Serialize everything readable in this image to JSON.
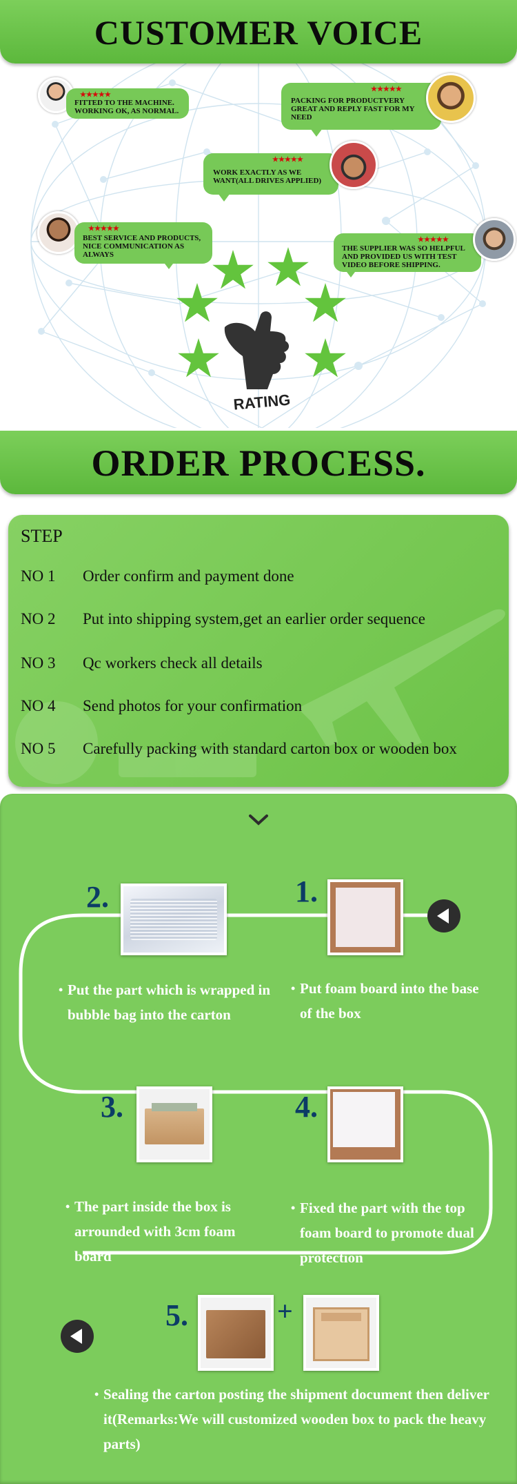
{
  "customer_voice": {
    "title": "CUSTOMER VOICE",
    "reviews": [
      {
        "stars": "★★★★★",
        "text": "FITTED TO THE MACHINE. WORKING OK, AS NORMAL."
      },
      {
        "stars": "★★★★★",
        "text": "PACKING FOR PRODUCTVERY GREAT AND REPLY FAST FOR MY NEED"
      },
      {
        "stars": "★★★★★",
        "text": "WORK EXACTLY AS WE WANT(ALL DRIVES APPLIED)"
      },
      {
        "stars": "★★★★★",
        "text": "BEST SERVICE AND PRODUCTS, NICE COMMUNICATION AS ALWAYS"
      },
      {
        "stars": "★★★★★",
        "text": "THE SUPPLIER WAS SO HELPFUL AND PROVIDED US WITH TEST VIDEO BEFORE SHIPPING."
      }
    ],
    "rating_label": "RATING"
  },
  "order_process": {
    "title": "ORDER PROCESS.",
    "step_heading": "STEP",
    "steps": [
      {
        "no": "NO 1",
        "text": "Order confirm and payment done"
      },
      {
        "no": "NO 2",
        "text": "Put into shipping system,get an earlier order sequence"
      },
      {
        "no": "NO 3",
        "text": "Qc workers check all details"
      },
      {
        "no": "NO 4",
        "text": "Send photos for your confirmation"
      },
      {
        "no": "NO 5",
        "text": "Carefully packing with standard carton box or wooden box"
      }
    ]
  },
  "packing": {
    "expand_icon": "chevron-down-icon",
    "plus": "+",
    "steps": [
      {
        "num": "1.",
        "text": "Put foam board into the base of the box"
      },
      {
        "num": "2.",
        "text": "Put the part which is wrapped in bubble bag into the carton"
      },
      {
        "num": "3.",
        "text": "The part inside the box is arrounded with 3cm foam board"
      },
      {
        "num": "4.",
        "text": "Fixed the part with the top foam board to promote dual protection"
      },
      {
        "num": "5.",
        "text": "Sealing the carton posting the shipment document then deliver it(Remarks:We will customized wooden box to pack the heavy parts)"
      }
    ]
  }
}
